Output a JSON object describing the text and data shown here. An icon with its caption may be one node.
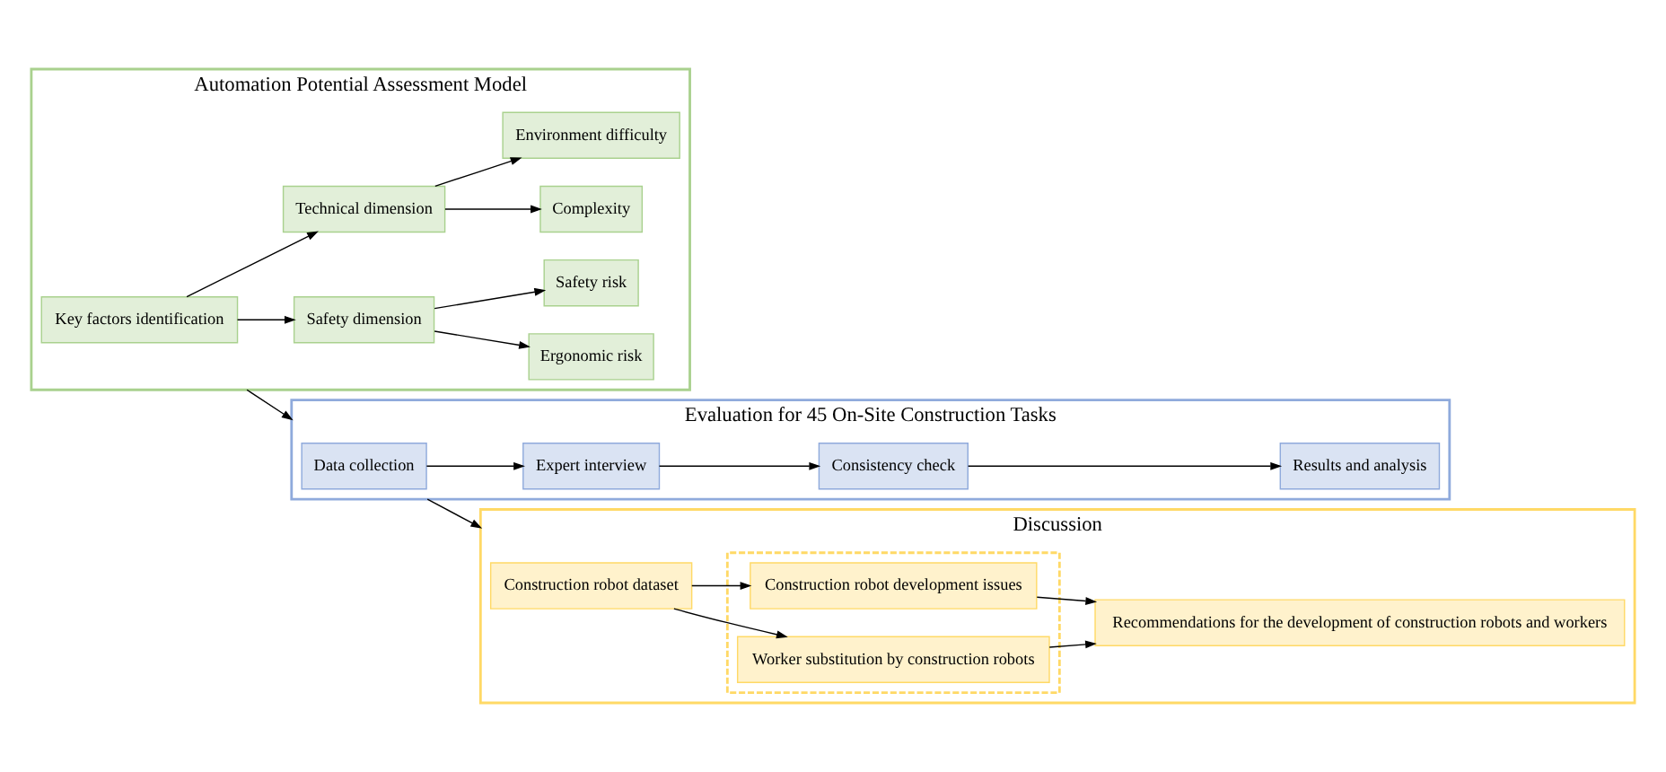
{
  "diagram": {
    "nodes": [
      {
        "text": [
          "Automation Potential Assessment Model"
        ]
      },
      {
        "text": [
          "Key factors identification"
        ],
        "in": 0
      },
      {
        "text": [
          "Safety dimension"
        ],
        "in": 0
      },
      {
        "text": [
          "Technical dimension"
        ],
        "in": 0
      },
      {
        "text": [
          "Ergonomic risk"
        ],
        "in": 0
      },
      {
        "text": [
          "Safety risk"
        ],
        "in": 0
      },
      {
        "text": [
          "Complexity"
        ],
        "in": 0
      },
      {
        "text": [
          "Environment difficulty"
        ],
        "in": 0
      },
      {
        "text": [
          "Evaluation for 45 On-Site Construction Tasks"
        ]
      },
      {
        "text": [
          "Data collection"
        ],
        "in": 8
      },
      {
        "text": [
          "Expert interview"
        ],
        "in": 8
      },
      {
        "text": [
          "Consistency check"
        ],
        "in": 8
      },
      {
        "text": [
          "Results and analysis"
        ],
        "in": 8
      },
      {
        "text": [
          "Discussion"
        ]
      },
      {
        "text": [
          "Construction robot dataset"
        ],
        "in": 13
      },
      {
        "text": [],
        "shape": "box",
        "in": 13
      },
      {
        "text": [
          "Construction robot development issues"
        ],
        "in": 15
      },
      {
        "text": [
          "Worker substitution by construction robots"
        ],
        "in": 15
      },
      {
        "text": [
          "Recommendations for the development of construction robots and workers"
        ],
        "in": 13
      }
    ],
    "edges": [
      {
        "from": 1,
        "to": 2,
        "arrow": "to"
      },
      {
        "from": 1,
        "to": 3,
        "arrow": "to"
      },
      {
        "from": 2,
        "to": 4,
        "arrow": "to"
      },
      {
        "from": 2,
        "to": 5,
        "arrow": "to"
      },
      {
        "from": 3,
        "to": 6,
        "arrow": "to"
      },
      {
        "from": 3,
        "to": 7,
        "arrow": "to"
      },
      {
        "from": 0,
        "to": 8,
        "arrow": "to"
      },
      {
        "from": 9,
        "to": 10,
        "arrow": "to"
      },
      {
        "from": 10,
        "to": 11,
        "arrow": "to"
      },
      {
        "from": 11,
        "to": 12,
        "arrow": "to"
      },
      {
        "from": 8,
        "to": 13,
        "arrow": "to"
      },
      {
        "from": 14,
        "to": 16,
        "arrow": "to"
      },
      {
        "from": 14,
        "to": 17,
        "arrow": "to"
      },
      {
        "from": 16,
        "to": 18,
        "arrow": "to"
      },
      {
        "from": 17,
        "to": 18,
        "arrow": "to"
      }
    ]
  }
}
